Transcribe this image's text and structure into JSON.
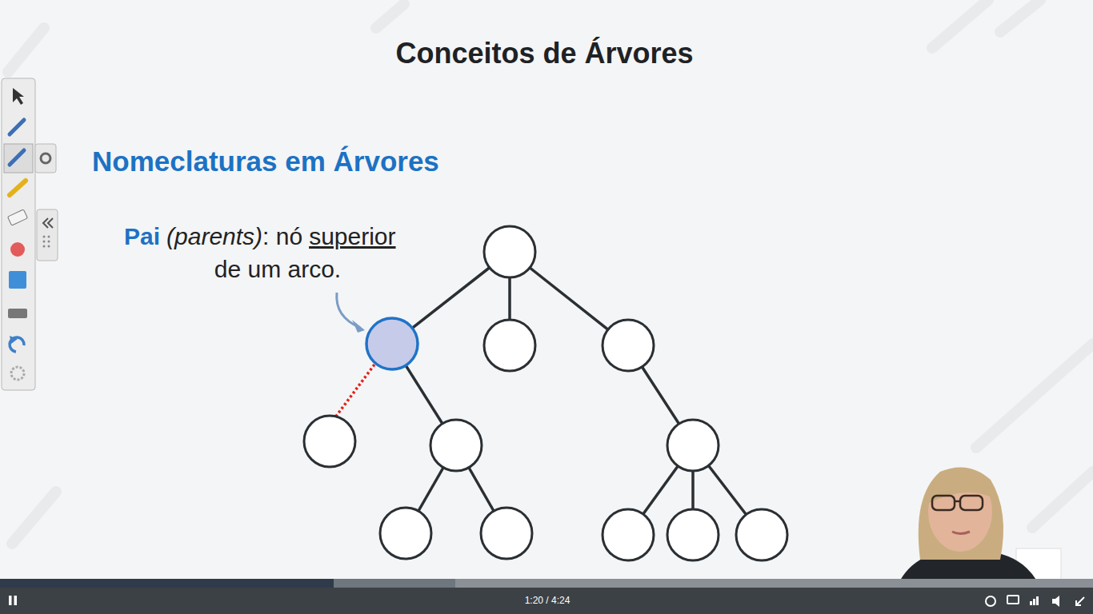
{
  "diagram": {
    "title": "Conceitos de Árvores",
    "labels": [
      "Nomeclaturas em Árvores",
      "Pai",
      "(parents)",
      ": nó",
      "superior",
      "de um arco.",
      "1:20 / 4:24"
    ]
  }
}
